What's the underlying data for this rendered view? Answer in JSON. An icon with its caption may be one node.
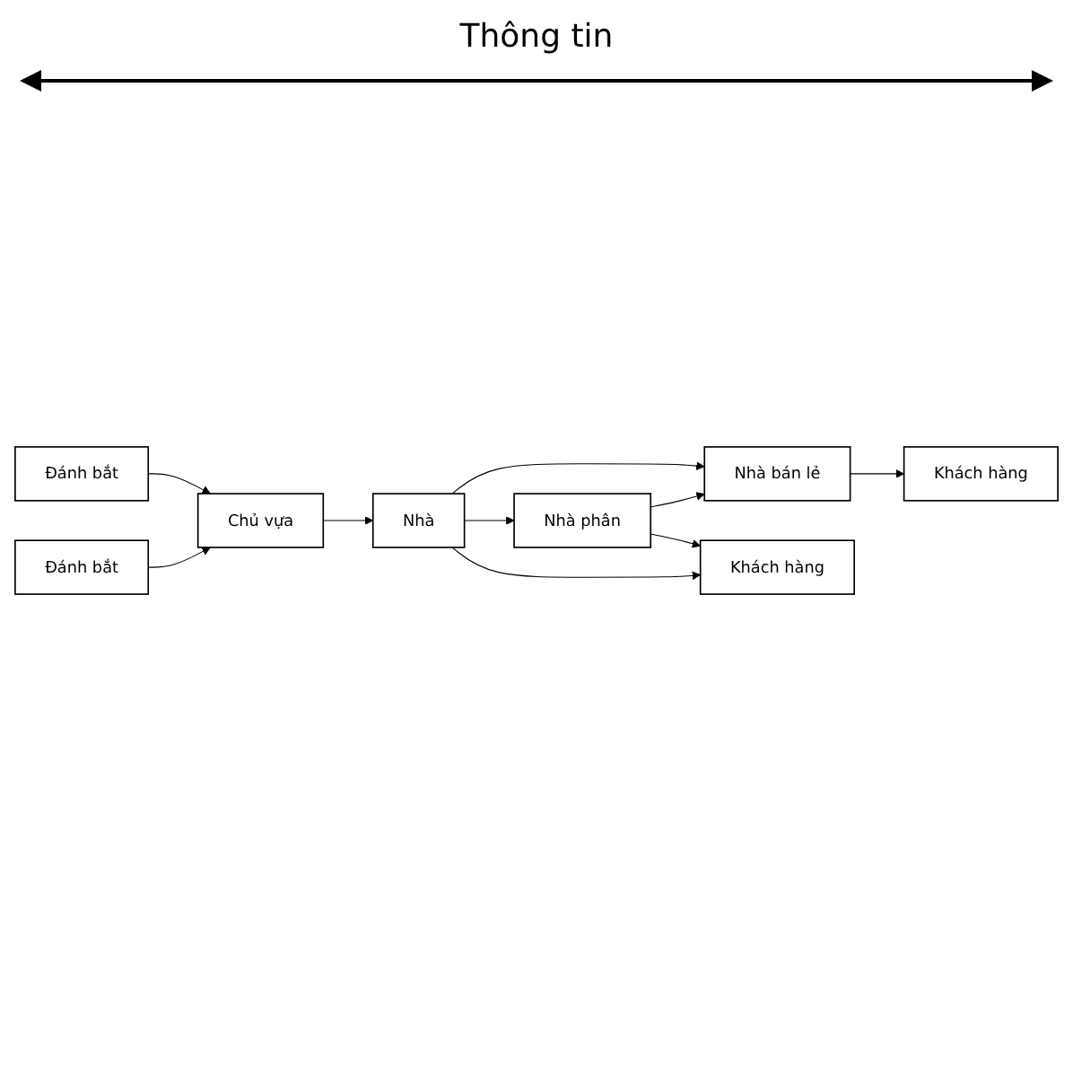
{
  "diagram": {
    "nodes": [
      {
        "text": [
          "Đánh bắt"
        ]
      },
      {
        "text": [
          "Khách hàng"
        ]
      },
      {
        "text": [
          "Nhà bán lẻ"
        ]
      },
      {
        "text": [
          "Chủ vựa"
        ]
      },
      {
        "text": [
          "Nhà"
        ]
      },
      {
        "text": [
          "Nhà phân"
        ]
      },
      {
        "text": [
          "Đánh bắt"
        ]
      },
      {
        "text": [
          "Khách hàng"
        ]
      }
    ],
    "edges": [
      {
        "from": 0,
        "to": 3,
        "arrow": "to"
      },
      {
        "from": 6,
        "to": 3,
        "arrow": "to"
      },
      {
        "from": 3,
        "to": 4,
        "arrow": "to"
      },
      {
        "from": 4,
        "to": 2,
        "arrow": "to"
      },
      {
        "from": 4,
        "to": 5,
        "arrow": "to"
      },
      {
        "from": 4,
        "to": 7,
        "arrow": "to"
      },
      {
        "from": 5,
        "to": 2,
        "arrow": "to"
      },
      {
        "from": 2,
        "to": 1,
        "arrow": "to"
      },
      {
        "from": 5,
        "to": 7,
        "arrow": "to"
      }
    ],
    "labels": [
      "Thông tin"
    ]
  }
}
